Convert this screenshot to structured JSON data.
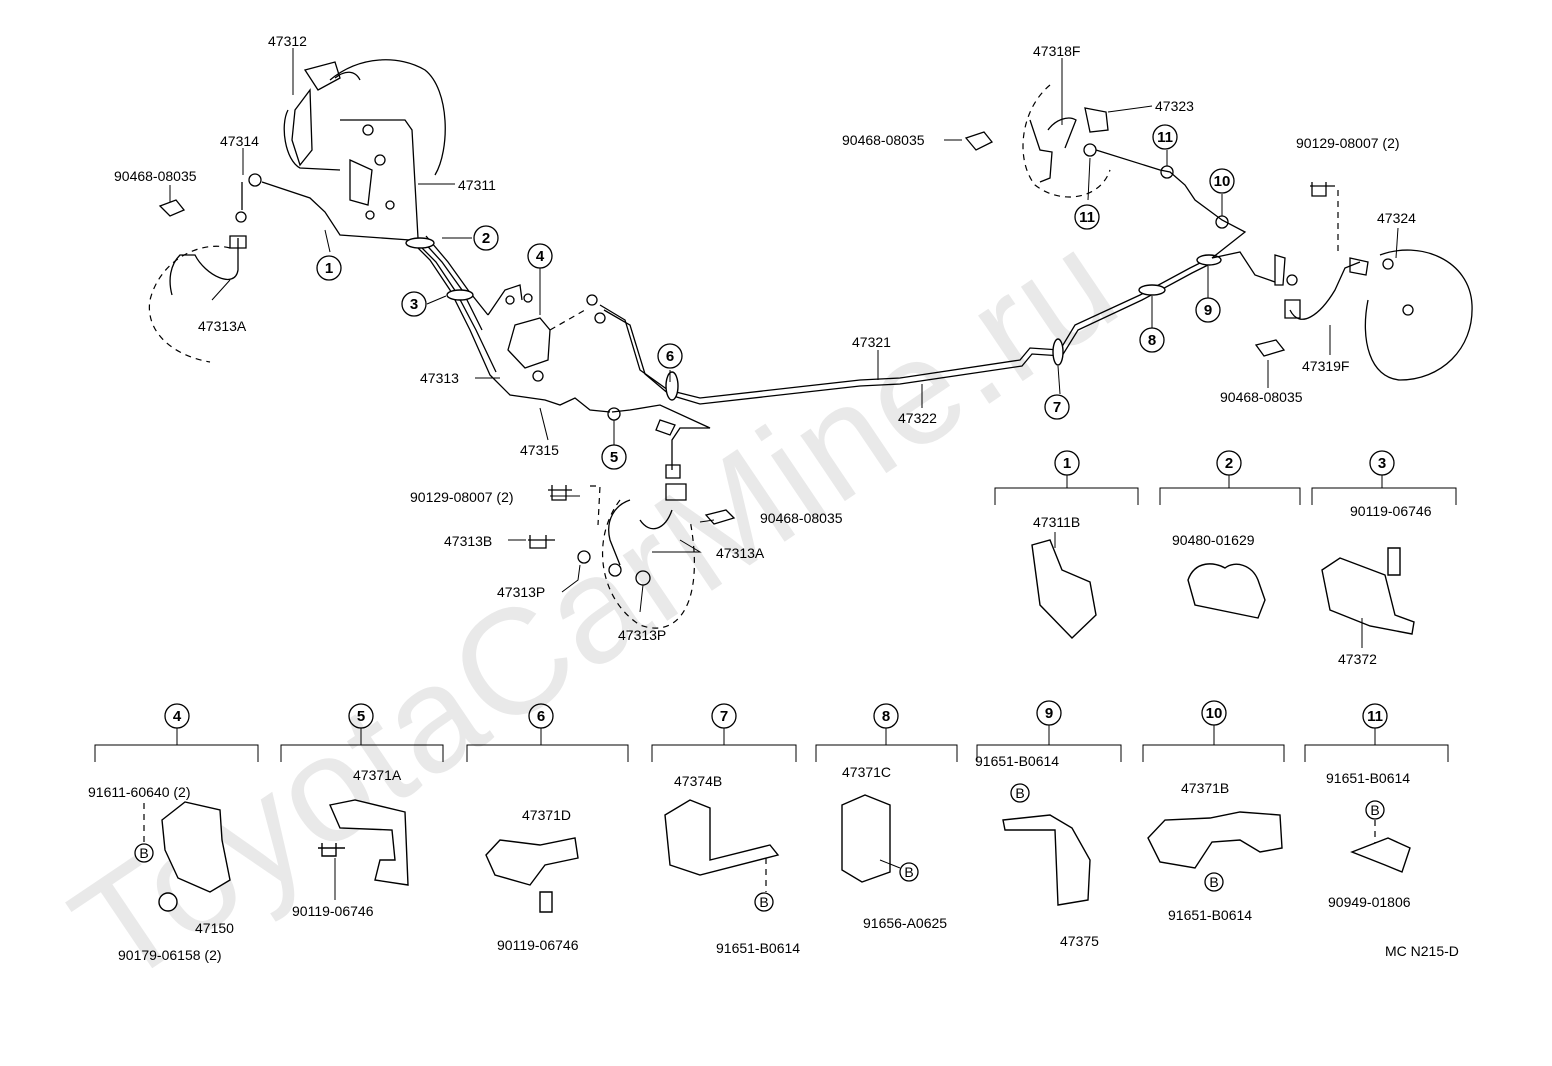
{
  "watermark": "ToyotaCarMine.ru",
  "drawing_code": "MC N215-D",
  "labels": {
    "l47312": "47312",
    "l47314": "47314",
    "l90468_a": "90468-08035",
    "l47311": "47311",
    "l47313A_a": "47313A",
    "l47313": "47313",
    "l47315": "47315",
    "l90129_a": "90129-08007 (2)",
    "l47313B": "47313B",
    "l47313P_a": "47313P",
    "l47313P_b": "47313P",
    "l47313A_b": "47313A",
    "l90468_b": "90468-08035",
    "l47321": "47321",
    "l47322": "47322",
    "l47318F": "47318F",
    "l47323": "47323",
    "l90468_c": "90468-08035",
    "l90129_b": "90129-08007 (2)",
    "l47324": "47324",
    "l47319F": "47319F",
    "l90468_d": "90468-08035"
  },
  "callouts": [
    "1",
    "2",
    "3",
    "4",
    "5",
    "6",
    "7",
    "8",
    "9",
    "10",
    "11",
    "11",
    "11"
  ],
  "details": [
    {
      "num": "1",
      "parts": [
        "47311B"
      ]
    },
    {
      "num": "2",
      "parts": [
        "90480-01629"
      ]
    },
    {
      "num": "3",
      "parts": [
        "90119-06746",
        "47372"
      ]
    },
    {
      "num": "4",
      "parts": [
        "91611-60640 (2)",
        "47150",
        "90179-06158 (2)"
      ],
      "bolt": "B"
    },
    {
      "num": "5",
      "parts": [
        "47371A",
        "90119-06746"
      ]
    },
    {
      "num": "6",
      "parts": [
        "47371D",
        "90119-06746"
      ]
    },
    {
      "num": "7",
      "parts": [
        "47374B",
        "91651-B0614"
      ],
      "bolt": "B"
    },
    {
      "num": "8",
      "parts": [
        "47371C",
        "91656-A0625"
      ],
      "bolt": "B"
    },
    {
      "num": "9",
      "parts": [
        "91651-B0614",
        "47375"
      ],
      "bolt": "B"
    },
    {
      "num": "10",
      "parts": [
        "47371B",
        "91651-B0614"
      ],
      "bolt": "B"
    },
    {
      "num": "11",
      "parts": [
        "91651-B0614",
        "90949-01806"
      ],
      "bolt": "B"
    }
  ]
}
